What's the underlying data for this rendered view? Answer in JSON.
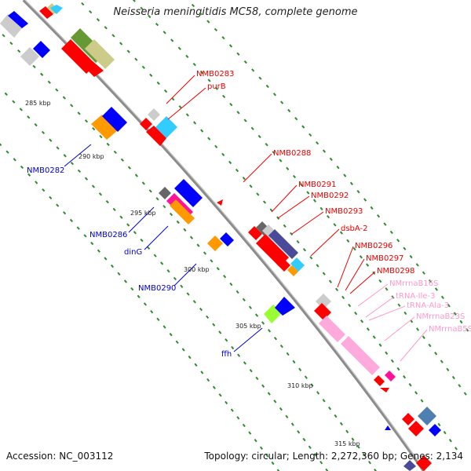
{
  "title": "Neisseria meningitidis MC58, complete genome",
  "footer": {
    "accession": "Accession: NC_003112",
    "summary": "Topology: circular; Length: 2,272,360 bp; Genes: 2,134"
  },
  "ticks": [
    "285 kbp",
    "290 kbp",
    "295 kbp",
    "300 kbp",
    "305 kbp",
    "310 kbp",
    "315 kbp"
  ],
  "labels": {
    "red": [
      "NMB0283",
      "purB",
      "NMB0288",
      "NMB0291",
      "NMB0292",
      "NMB0293",
      "dsbA-2",
      "NMB0296",
      "NMB0297",
      "NMB0298"
    ],
    "blue": [
      "NMB0282",
      "NMB0286",
      "dinG",
      "NMB0290",
      "ffh"
    ],
    "pink": [
      "NMrrnaB16S",
      "tRNA-Ile-3",
      "tRNA-Ala-3",
      "NMrrnaB23S",
      "NMrrnaB5S"
    ]
  },
  "colors": {
    "backbone": "#8c8c8c",
    "dots": "#2e8b2e",
    "red": "#ee0000",
    "blue": "#0000cc",
    "pink": "#ff99cc",
    "gene_red": "#ff0000",
    "gene_blue": "#0000ff",
    "gene_orange": "#ff9900",
    "gene_green": "#669933",
    "gene_khaki": "#cccc88",
    "gene_cyan": "#33ccff",
    "gene_grey": "#cccccc",
    "gene_lime": "#99ff33",
    "gene_purple": "#4a4a99",
    "gene_pink": "#ffaadd",
    "gene_magenta": "#ff1199",
    "gene_steel": "#4f7fb0"
  }
}
